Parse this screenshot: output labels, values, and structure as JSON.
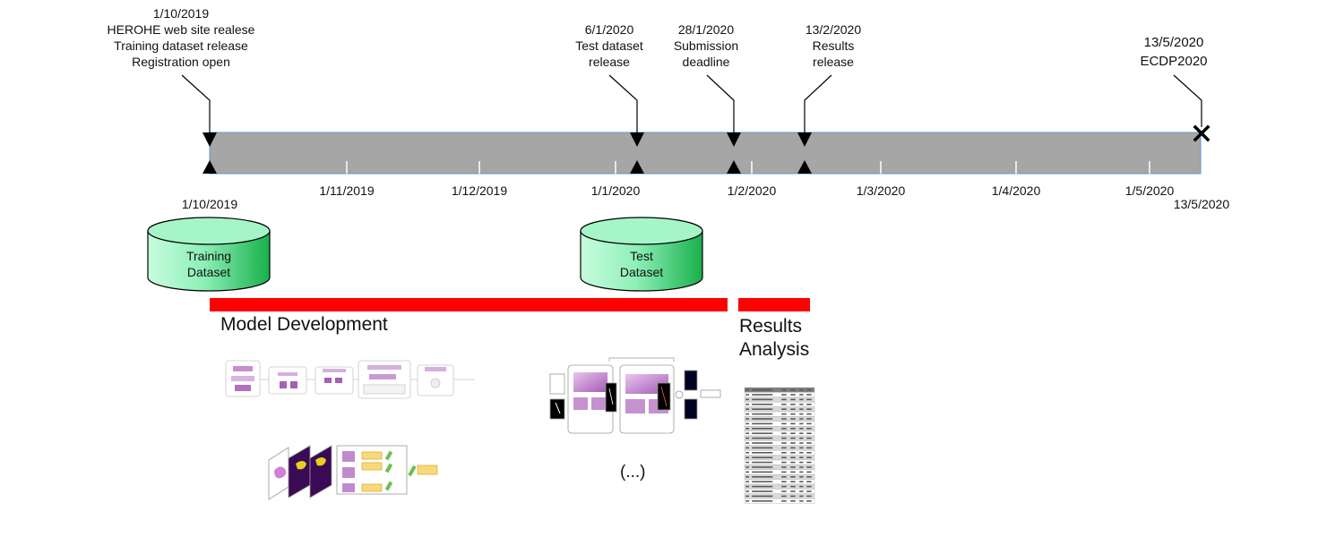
{
  "events": [
    {
      "date": "1/10/2019",
      "lines": [
        "HEROHE web site realese",
        "Training dataset release",
        "Registration open"
      ]
    },
    {
      "date": "6/1/2020",
      "lines": [
        "Test dataset",
        "release"
      ]
    },
    {
      "date": "28/1/2020",
      "lines": [
        "Submission",
        "deadline"
      ]
    },
    {
      "date": "13/2/2020",
      "lines": [
        "Results",
        "release"
      ]
    },
    {
      "date": "13/5/2020",
      "lines": [
        "ECDP2020"
      ]
    }
  ],
  "timeline": {
    "start_label": "1/10/2019",
    "end_label": "13/5/2020",
    "ticks": [
      "1/11/2019",
      "1/12/2019",
      "1/1/2020",
      "1/2/2020",
      "1/3/2020",
      "1/4/2020",
      "1/5/2020"
    ]
  },
  "datasets": [
    {
      "lines": [
        "Training",
        "Dataset"
      ]
    },
    {
      "lines": [
        "Test",
        "Dataset"
      ]
    }
  ],
  "phases": {
    "model_development": "Model Development",
    "results_analysis_line1": "Results",
    "results_analysis_line2": "Analysis"
  },
  "ellipsis": "(...)",
  "colors": {
    "timeline_fill": "#a6a6a6",
    "timeline_border": "#5b9bd5",
    "phase_bar": "#ff0000",
    "cylinder_light": "#c6fbdc",
    "cylinder_dark": "#1bb44f"
  }
}
